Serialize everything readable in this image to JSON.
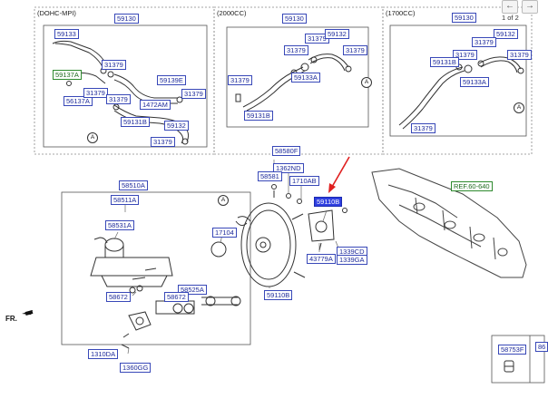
{
  "nav": {
    "prev_icon": "arrow-left-icon",
    "next_icon": "arrow-right-icon",
    "page_indicator": "1 of 2"
  },
  "sections": {
    "dohc": {
      "title": "(DOHC-MPI)"
    },
    "cc2000": {
      "title": "(2000CC)"
    },
    "cc1700": {
      "title": "(1700CC)"
    }
  },
  "labels": {
    "d_59130": "59130",
    "d_59133": "59133",
    "d_59137a": "59137A",
    "d_31379_a": "31379",
    "d_56137a": "56137A",
    "d_31379_b": "31379",
    "d_59139e": "59139E",
    "d_31379_c": "31379",
    "d_1472am": "1472AM",
    "d_31379_d": "31379",
    "d_59131b": "59131B",
    "d_59132": "59132",
    "d_31379_e": "31379",
    "c2_59130": "59130",
    "c2_31379_a": "31379",
    "c2_59132": "59132",
    "c2_31379_b": "31379",
    "c2_31379_c": "31379",
    "c2_31379_d": "31379",
    "c2_59133a": "59133A",
    "c2_59131b": "59131B",
    "c1_59130": "59130",
    "c1_31379_a": "31379",
    "c1_59132": "59132",
    "c1_59131b": "59131B",
    "c1_31379_b": "31379",
    "c1_31379_c": "31379",
    "c1_59133a": "59133A",
    "c1_31379_d": "31379",
    "m_58580f": "58580F",
    "m_1362nd": "1362ND",
    "m_58581": "58581",
    "m_1710ab": "1710AB",
    "m_59110b_hl": "59110B",
    "m_17104": "17104",
    "m_1339cd": "1339CD",
    "m_1339ga": "1339GA",
    "m_43779a": "43779A",
    "m_59110b": "59110B",
    "m_58510a": "58510A",
    "m_58511a": "58511A",
    "m_58531a": "58531A",
    "m_58525a": "58525A",
    "m_58672_a": "58672",
    "m_58672_b": "58672",
    "m_1310da": "1310DA",
    "m_1360gg": "1360GG",
    "ref": "REF.60-640",
    "f_58753f": "58753F",
    "f_partial": "86"
  },
  "callouts": {
    "a1": "A",
    "a2": "A",
    "a3": "A",
    "a4": "A"
  },
  "direction": {
    "fr": "FR."
  },
  "colors": {
    "label_border": "#3848b8",
    "label_text": "#1d2a9a",
    "highlight": "#2f3fe0",
    "ref_green": "#2e8a2e",
    "arrow_red": "#e02020"
  }
}
